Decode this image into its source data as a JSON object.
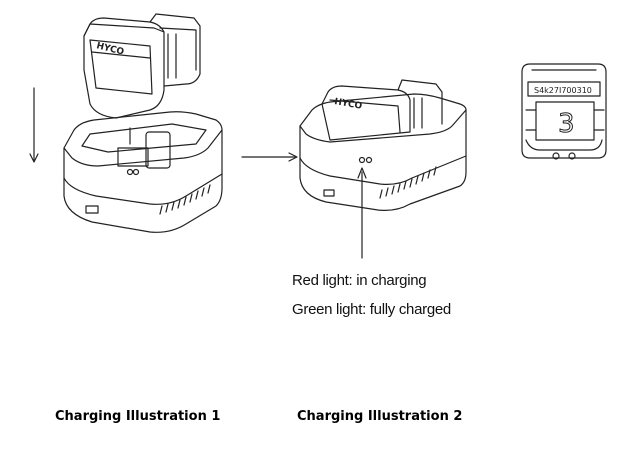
{
  "notes": {
    "red": "Red light: in charging",
    "green": "Green light: fully charged"
  },
  "captions": {
    "illustration_1": "Charging Illustration 1",
    "illustration_2": "Charging Illustration 2"
  },
  "battery": {
    "brand_label": "HYCO",
    "serial_label": "S4k27I700310",
    "side_number": "3"
  }
}
